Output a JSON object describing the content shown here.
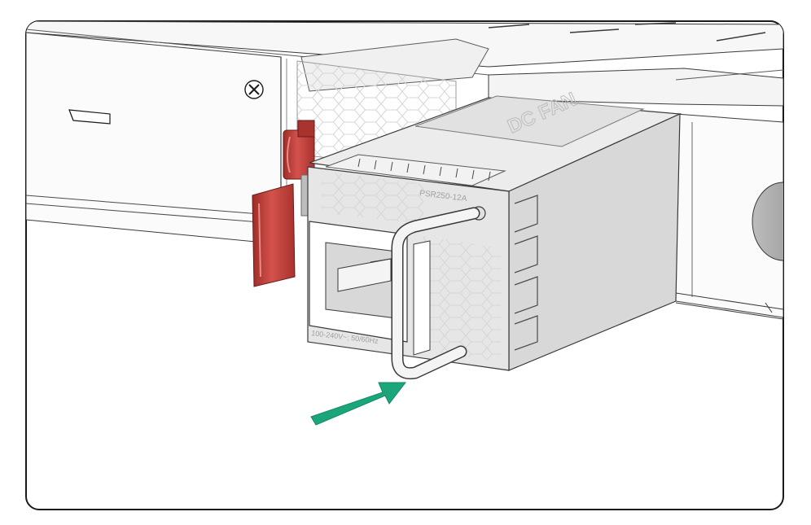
{
  "module": {
    "top_label": "DC FAN",
    "model_label": "PSR250-12A",
    "rating_label": "100-240V~; 50/60Hz"
  },
  "colors": {
    "frame_border": "#1a1a1a",
    "chassis_fill": "#f4f4f4",
    "module_fill": "#e3e3e3",
    "module_dark": "#cfcfcf",
    "hex_pattern": "#ececec",
    "latch_red": "#c8403c",
    "latch_red_dark": "#8e2521",
    "arrow_green": "#1aa57a"
  },
  "icons": {
    "screw": "phillips-screw-icon",
    "arrow": "insert-direction-arrow-icon",
    "latch": "release-latch-icon",
    "handle": "pull-handle-icon"
  }
}
